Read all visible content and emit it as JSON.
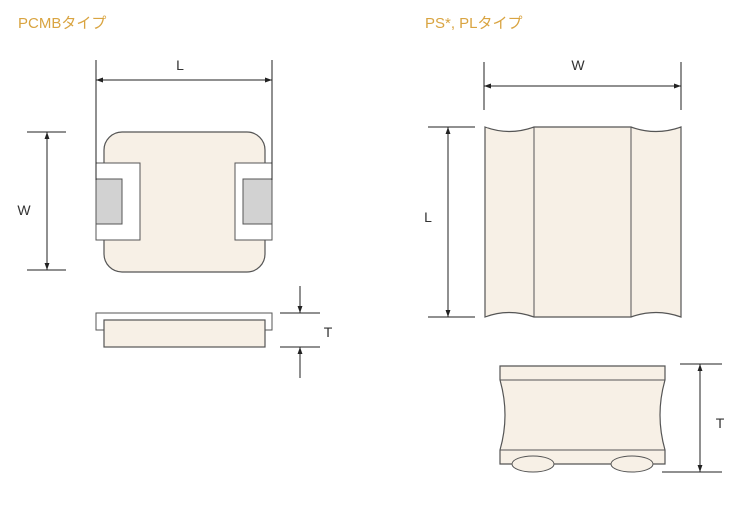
{
  "colors": {
    "title": "#d9a441",
    "body_fill": "#f7f0e6",
    "outline": "#555555",
    "terminal_fill": "#d2d2d2",
    "dimension_line": "#222222"
  },
  "left_panel": {
    "title": "PCMBタイプ",
    "dim_length": "L",
    "dim_width": "W",
    "dim_thickness": "T"
  },
  "right_panel": {
    "title": "PS*, PLタイプ",
    "dim_width": "W",
    "dim_length": "L",
    "dim_thickness": "T"
  }
}
